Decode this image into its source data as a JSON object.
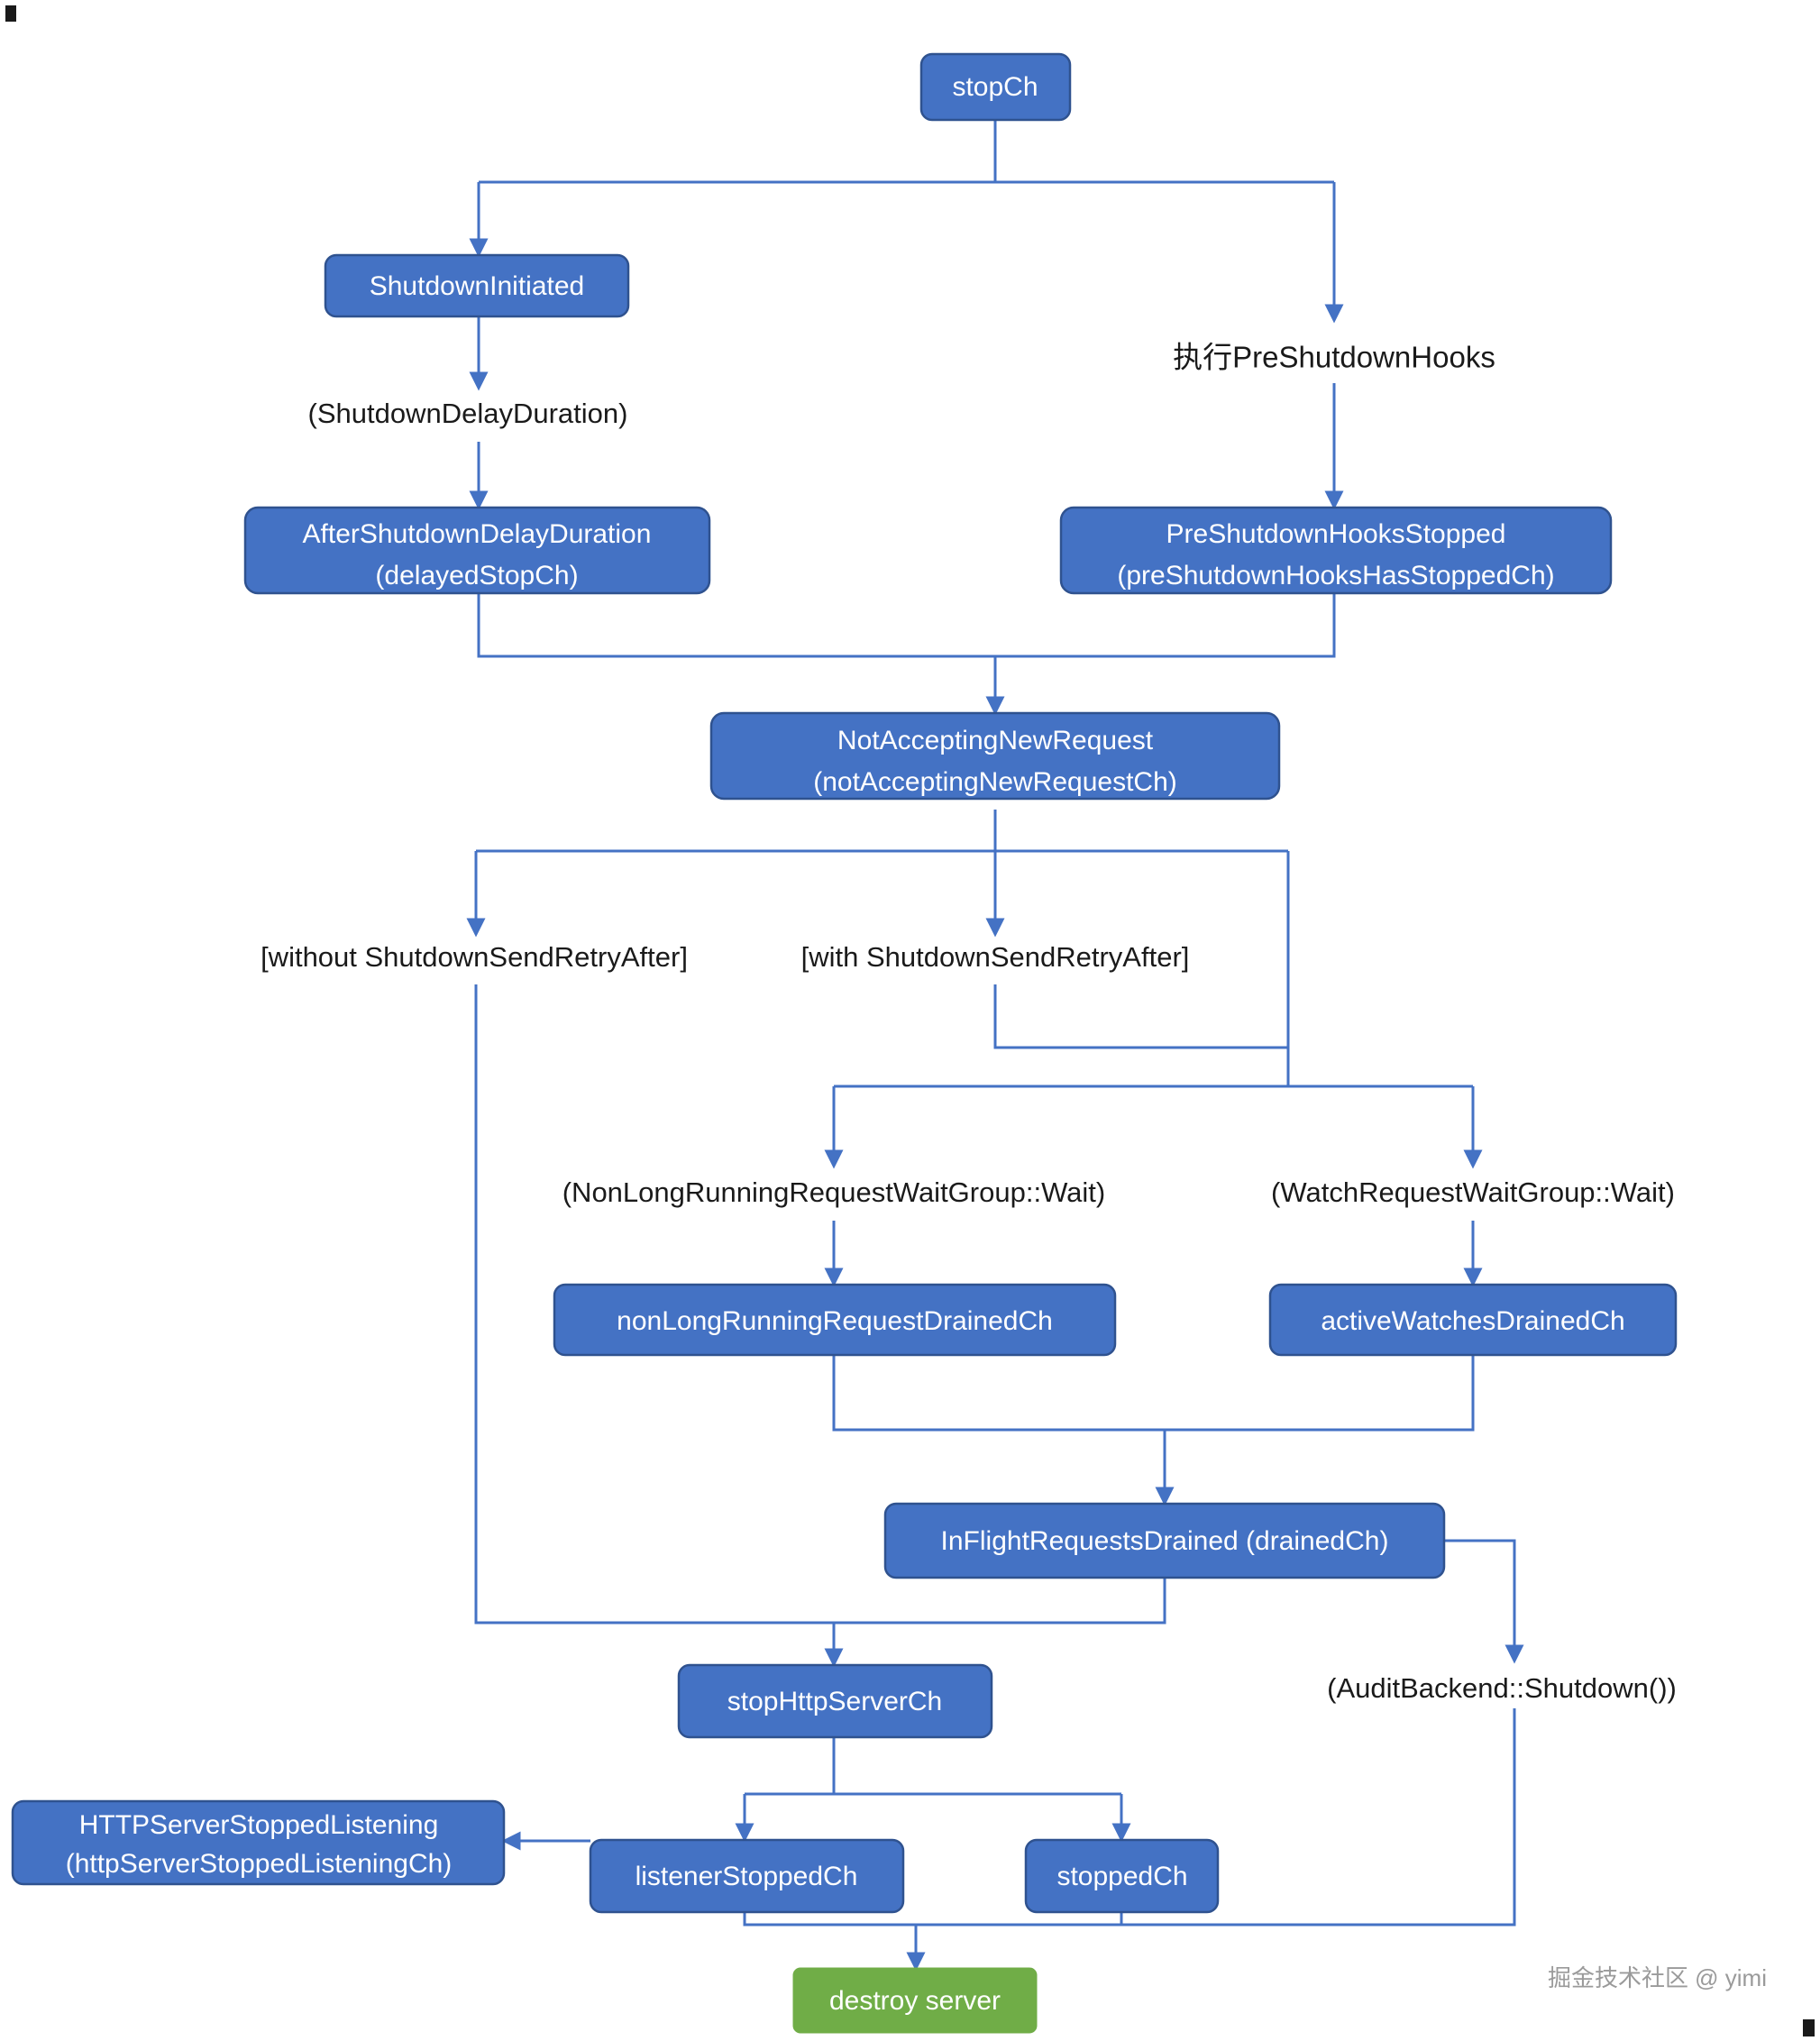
{
  "diagram": {
    "title": "Kubernetes apiserver graceful shutdown sequence",
    "colors": {
      "node_fill": "#4472C4",
      "node_stroke": "#2F528F",
      "terminal_fill": "#70AD47",
      "connector": "#4472C4",
      "label_text": "#1a1a1a",
      "node_text": "#ffffff",
      "background": "#ffffff"
    },
    "nodes": {
      "stop_ch": {
        "label": "stopCh"
      },
      "shutdown_initiated": {
        "label": "ShutdownInitiated"
      },
      "after_shutdown_delay_l1": {
        "label": "AfterShutdownDelayDuration"
      },
      "after_shutdown_delay_l2": {
        "label": "(delayedStopCh)"
      },
      "pre_shutdown_hooks_stopped_l1": {
        "label": "PreShutdownHooksStopped"
      },
      "pre_shutdown_hooks_stopped_l2": {
        "label": "(preShutdownHooksHasStoppedCh)"
      },
      "not_accepting_new_request_l1": {
        "label": "NotAcceptingNewRequest"
      },
      "not_accepting_new_request_l2": {
        "label": "(notAcceptingNewRequestCh)"
      },
      "non_long_running_drained": {
        "label": "nonLongRunningRequestDrainedCh"
      },
      "active_watches_drained": {
        "label": "activeWatchesDrainedCh"
      },
      "in_flight_requests_drained": {
        "label": "InFlightRequestsDrained (drainedCh)"
      },
      "stop_http_server_ch": {
        "label": "stopHttpServerCh"
      },
      "http_server_stopped_listening_l1": {
        "label": "HTTPServerStoppedListening"
      },
      "http_server_stopped_listening_l2": {
        "label": "(httpServerStoppedListeningCh)"
      },
      "listener_stopped_ch": {
        "label": "listenerStoppedCh"
      },
      "stopped_ch": {
        "label": "stoppedCh"
      },
      "destroy_server": {
        "label": "destroy server"
      }
    },
    "edge_labels": {
      "pre_shutdown_hooks": "执行PreShutdownHooks",
      "shutdown_delay_duration": "(ShutdownDelayDuration)",
      "without_retry_after": "[without ShutdownSendRetryAfter]",
      "with_retry_after": "[with ShutdownSendRetryAfter]",
      "non_long_running_wait": "(NonLongRunningRequestWaitGroup::Wait)",
      "watch_request_wait": "(WatchRequestWaitGroup::Wait)",
      "audit_backend_shutdown": "(AuditBackend::Shutdown())"
    },
    "watermark": {
      "text": "掘金技术社区 @ yimi"
    }
  }
}
